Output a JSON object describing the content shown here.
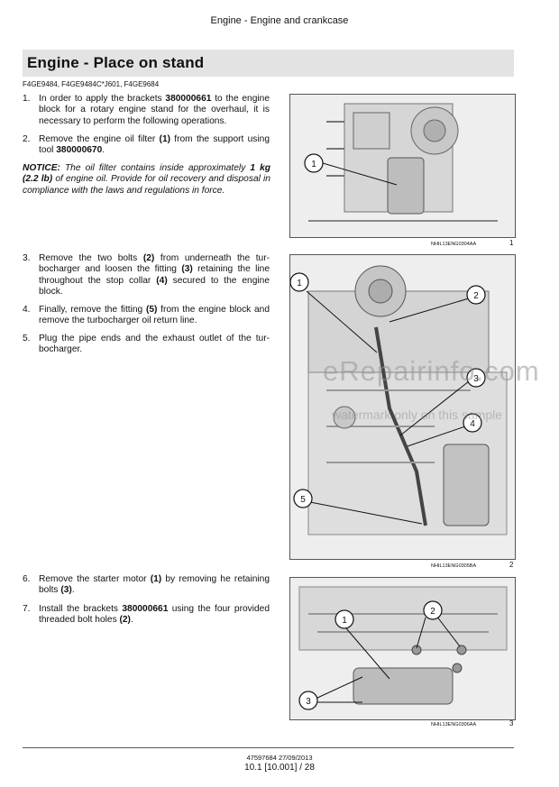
{
  "header": {
    "title": "Engine - Engine and crankcase"
  },
  "section": {
    "title": "Engine - Place on stand",
    "models": "F4GE9484, F4GE9484C*J601, F4GE9684"
  },
  "steps": [
    {
      "num": "1.",
      "pre": "In order to apply the brackets ",
      "b1": "380000661",
      "post": " to the engine block for a rotary engine stand for the overhaul, it is necessary to perform the following operations."
    },
    {
      "num": "2.",
      "pre": "Remove the engine oil filter ",
      "b1": "(1)",
      "mid": " from the support using tool ",
      "b2": "380000670",
      "post": "."
    },
    {
      "num": "3.",
      "pre": "Remove the two bolts ",
      "b1": "(2)",
      "mid": " from underneath the tur-bocharger and loosen the fitting ",
      "b2": "(3)",
      "mid2": " retaining the line throughout the stop collar ",
      "b3": "(4)",
      "post": " secured to the engine block."
    },
    {
      "num": "4.",
      "pre": "Finally, remove the fitting ",
      "b1": "(5)",
      "post": " from the engine block and remove the turbocharger oil return line."
    },
    {
      "num": "5.",
      "pre": "Plug the pipe ends and the exhaust outlet of the tur-bocharger."
    },
    {
      "num": "6.",
      "pre": "Remove the starter motor ",
      "b1": "(1)",
      "mid": " by removing he retaining bolts ",
      "b2": "(3)",
      "post": "."
    },
    {
      "num": "7.",
      "pre": "Install the brackets ",
      "b1": "380000661",
      "mid": " using the four provided threaded bolt holes ",
      "b2": "(2)",
      "post": "."
    }
  ],
  "notice": {
    "label": "NOTICE:",
    "pre": " The oil filter contains inside approximately ",
    "b1": "1 kg (2.2 lb)",
    "post": " of engine oil. Provide for oil recovery and disposal in compliance with the laws and regulations in force."
  },
  "figures": [
    {
      "code": "NHIL13ENG0304AA",
      "number": "1",
      "callouts": [
        "1"
      ]
    },
    {
      "code": "NHIL13ENG0305BA",
      "number": "2",
      "callouts": [
        "1",
        "2",
        "3",
        "4",
        "5"
      ]
    },
    {
      "code": "NHIL13ENG0306AA",
      "number": "3",
      "callouts": [
        "1",
        "2",
        "3"
      ]
    }
  ],
  "watermark": {
    "line1": "eRepairinfo.com",
    "line2": "watermark only on this sample"
  },
  "footer": {
    "doc": "47597684 27/09/2013",
    "page": "10.1 [10.001] / 28"
  }
}
